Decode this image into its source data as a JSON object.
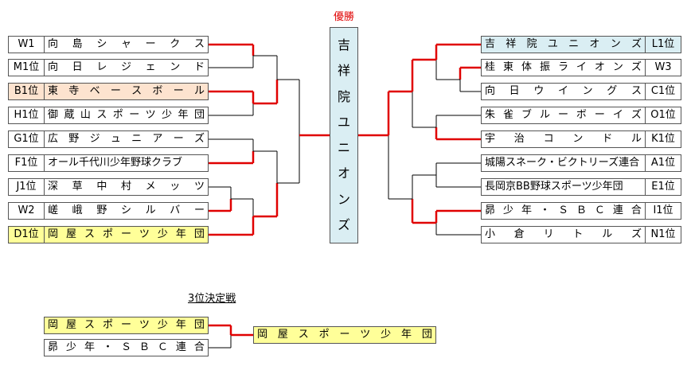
{
  "winner_label": "優勝",
  "champion_chars": [
    "吉",
    "祥",
    "院",
    "ユ",
    "ニ",
    "オ",
    "ン",
    "ズ"
  ],
  "left": [
    {
      "seed": "W1",
      "team": "向島シャークス",
      "hl": ""
    },
    {
      "seed": "M1位",
      "team": "向日レジェンド",
      "hl": ""
    },
    {
      "seed": "B1位",
      "team": "東寺ベースボール",
      "hl": "orange"
    },
    {
      "seed": "H1位",
      "team": "御蔵山スポーツ少年団",
      "hl": ""
    },
    {
      "seed": "G1位",
      "team": "広野ジュニアーズ",
      "hl": ""
    },
    {
      "seed": "F1位",
      "team": "オール千代川少年野球クラブ",
      "hl": ""
    },
    {
      "seed": "J1位",
      "team": "深草中村メッツ",
      "hl": ""
    },
    {
      "seed": "W2",
      "team": "嵯峨野シルバー",
      "hl": ""
    },
    {
      "seed": "D1位",
      "team": "岡屋スポーツ少年団",
      "hl": "yellow"
    }
  ],
  "right": [
    {
      "seed": "L1位",
      "team": "吉祥院ユニオンズ",
      "hl": "blue"
    },
    {
      "seed": "W3",
      "team": "桂東体振ライオンズ",
      "hl": ""
    },
    {
      "seed": "C1位",
      "team": "向日ウイングス",
      "hl": ""
    },
    {
      "seed": "O1位",
      "team": "朱雀ブルーボーイズ",
      "hl": ""
    },
    {
      "seed": "K1位",
      "team": "宇治コンドル",
      "hl": ""
    },
    {
      "seed": "A1位",
      "team": "城陽スネーク・ビクトリーズ連合",
      "hl": ""
    },
    {
      "seed": "E1位",
      "team": "長岡京BB野球スポーツ少年団",
      "hl": ""
    },
    {
      "seed": "I1位",
      "team": "昴少年・ＳＢＣ連合",
      "hl": ""
    },
    {
      "seed": "N1位",
      "team": "小倉リトルズ",
      "hl": ""
    }
  ],
  "third_place": {
    "title": "3位決定戦",
    "teams": [
      {
        "team": "岡屋スポーツ少年団",
        "hl": "yellow"
      },
      {
        "team": "昴少年・ＳＢＣ連合",
        "hl": ""
      }
    ],
    "winner": "岡屋スポーツ少年団"
  },
  "colors": {
    "win_line": "#e00000",
    "line": "#000000",
    "yellow": "#ffff99",
    "orange": "#fde3cf",
    "blue": "#daeef3"
  }
}
